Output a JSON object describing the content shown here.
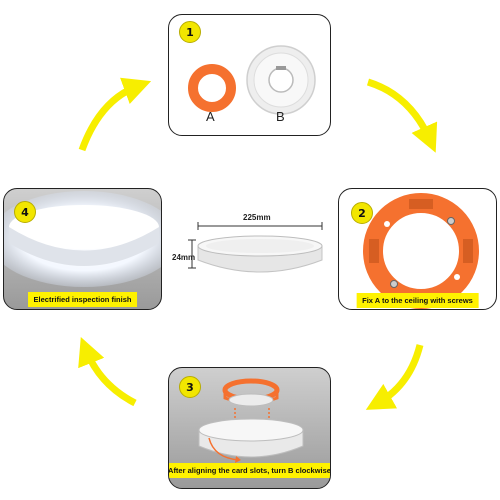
{
  "steps": [
    {
      "number": "1",
      "part_a": "A",
      "part_b": "B"
    },
    {
      "number": "2",
      "caption": "Fix A to the ceiling with screws"
    },
    {
      "number": "3",
      "caption": "After aligning the card slots, turn B clockwise"
    },
    {
      "number": "4",
      "caption": "Electrified inspection finish"
    }
  ],
  "dimensions": {
    "width": "225mm",
    "height": "24mm"
  },
  "colors": {
    "arrow": "#f7ee00",
    "badge": "#f2e600",
    "plate": "#f5712f",
    "caption_bg": "#fff200"
  },
  "icons": [
    "curved-arrow-icon",
    "mounting-plate-icon",
    "lamp-base-icon",
    "lamp-icon"
  ]
}
